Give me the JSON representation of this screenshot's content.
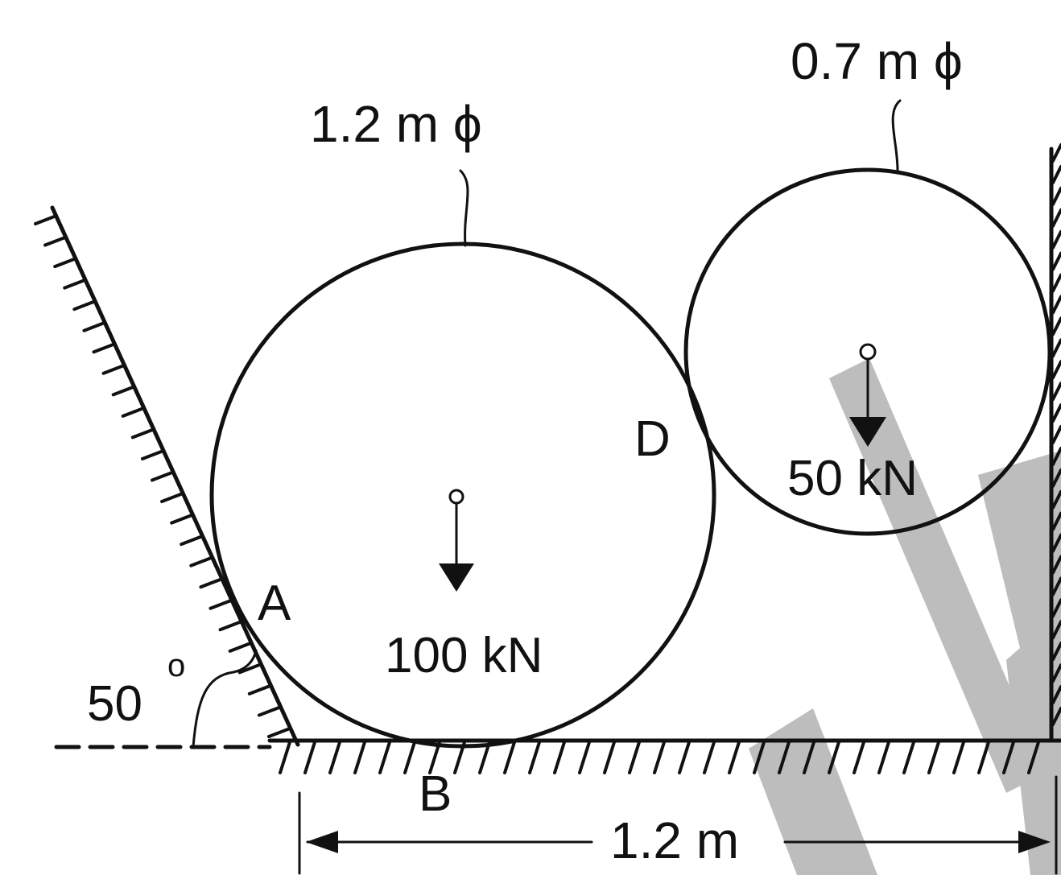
{
  "labels": {
    "big_diameter": "1.2 m ϕ",
    "small_diameter": "0.7 m ϕ",
    "point_a": "A",
    "point_b": "B",
    "point_d": "D",
    "big_load": "100 kN",
    "small_load": "50 kN",
    "angle_value": "50",
    "angle_degree": "o",
    "span": "1.2 m"
  },
  "colors": {
    "ink": "#111111",
    "watermark": "#bdbdbd",
    "background": "#ffffff"
  }
}
